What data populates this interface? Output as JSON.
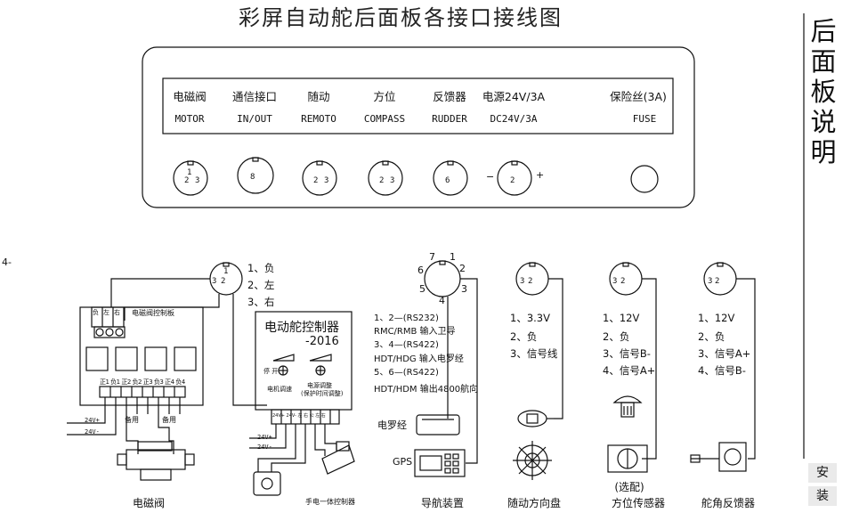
{
  "title": "彩屏自动舵后面板各接口接线图",
  "side_title": "后面板说明",
  "side_tabs": [
    "安",
    "装"
  ],
  "panel": {
    "connectors": [
      {
        "cn": "电磁阀",
        "en": "MOTOR"
      },
      {
        "cn": "通信接口",
        "en": "IN/OUT"
      },
      {
        "cn": "随动",
        "en": "REMOTO"
      },
      {
        "cn": "方位",
        "en": "COMPASS"
      },
      {
        "cn": "反馈器",
        "en": "RUDDER"
      },
      {
        "cn": "电源24V/3A",
        "en": "DC24V/3A"
      },
      {
        "cn": "保险丝(3A)",
        "en": "FUSE"
      }
    ]
  },
  "solenoid": {
    "pins": [
      "1、负",
      "2、左",
      "3、右"
    ],
    "board_title": "电磁阀控制板",
    "terminal_labels": [
      "负",
      "左",
      "右"
    ],
    "bottom_terminals": "正1 负1 正2 负2 正3 负3 正4 负4",
    "voltage_labels": [
      "24V+",
      "24V-"
    ],
    "spare_labels": [
      "备用",
      "备用"
    ],
    "caption": "电磁阀"
  },
  "controller": {
    "title": "电动舵控制器",
    "model": "-2016",
    "left_switch": "停 开",
    "left_label": "电机调速",
    "right_label": "电源调整",
    "right_sub": "(保护时间调整)",
    "terminals": "24V+ 24V- 左 右 公 左 右",
    "voltage_labels": [
      "24V+",
      "24V-"
    ],
    "caption": "手电一体控制器"
  },
  "navigation": {
    "pins": [
      "1",
      "2",
      "3",
      "4",
      "5",
      "6",
      "7"
    ],
    "notes": [
      "1、2—(RS232)",
      "RMC/RMB 输入卫导",
      "3、4—(RS422)",
      "HDT/HDG 输入电罗经",
      "5、6—(RS422)",
      "HDT/HDM 输出4800航向"
    ],
    "device_compass": "电罗经",
    "device_gps": "GPS",
    "caption": "导航装置"
  },
  "remote": {
    "pins": [
      "1、3.3V",
      "2、负",
      "3、信号线"
    ],
    "caption": "随动方向盘"
  },
  "compass_sensor": {
    "pins": [
      "1、12V",
      "2、负",
      "3、信号B-",
      "4、信号A+"
    ],
    "note": "(选配)",
    "caption": "方位传感器"
  },
  "rudder_feedback": {
    "pins": [
      "1、12V",
      "2、负",
      "3、信号A+",
      "4、信号B-"
    ],
    "caption": "舵角反馈器"
  },
  "margin_mark": "4-"
}
